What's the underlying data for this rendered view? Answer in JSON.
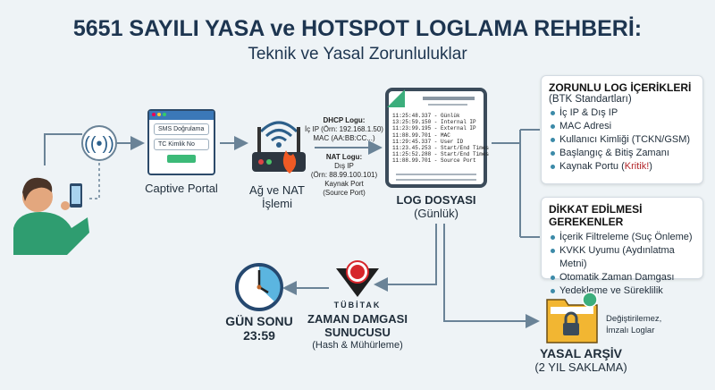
{
  "title": "5651 SAYILI YASA ve HOTSPOT LOGLAMA REHBERİ:",
  "subtitle": "Teknik ve Yasal Zorunluluklar",
  "captive_portal": {
    "label": "Captive Portal",
    "field1": "SMS Doğrulama",
    "field2": "TC Kimlik No"
  },
  "router": {
    "label_line1": "Ağ ve NAT",
    "label_line2": "İşlemi"
  },
  "dhcp": {
    "title": "DHCP Logu:",
    "line1": "İç IP (Örn: 192.168.1.50)",
    "line2": "MAC (AA:BB:CC...)"
  },
  "nat": {
    "title": "NAT Logu:",
    "line1": "Dış IP",
    "line2": "(Örn: 88.99.100.101)",
    "line3": "Kaynak Port",
    "line4": "(Source Port)"
  },
  "log_file": {
    "label": "LOG DOSYASI",
    "sub": "(Günlük)",
    "lines": [
      "11:25:48.337 - Günlük",
      "13:25:59.150 - Internal IP",
      "11:23:99.195 - External IP",
      "11:88.99.701 - MAC",
      "11:29:45.337 - User ID",
      "11:23.45.253 - Start/End Times",
      "11:25:52.288 - Start/End Times",
      "11:88.99.701 - Source Port"
    ]
  },
  "required": {
    "title": "ZORUNLU LOG İÇERİKLERİ",
    "sub": "(BTK Standartları)",
    "items": [
      "İç IP & Dış IP",
      "MAC Adresi",
      "Kullanıcı Kimliği (TCKN/GSM)",
      "Başlangıç & Bitiş Zamanı",
      "Kaynak Portu ("
    ],
    "critical": "Kritik!",
    "close": ")"
  },
  "attention": {
    "title": "DİKKAT EDİLMESİ GEREKENLER",
    "items": [
      "İçerik Filtreleme (Suç Önleme)",
      "KVKK Uyumu (Aydınlatma Metni)",
      "Otomatik Zaman Damgası",
      "Yedekleme ve Süreklilik"
    ]
  },
  "tubitak": {
    "logo": "TÜBİTAK",
    "line1": "ZAMAN DAMGASI",
    "line2": "SUNUCUSU",
    "sub": "(Hash & Mühürleme)"
  },
  "day_end": {
    "line1": "GÜN SONU",
    "line2": "23:59"
  },
  "archive": {
    "label": "YASAL ARŞİV",
    "sub": "(2 YIL SAKLAMA)",
    "note1": "Değiştirilemez,",
    "note2": "İmzalı Loglar"
  }
}
